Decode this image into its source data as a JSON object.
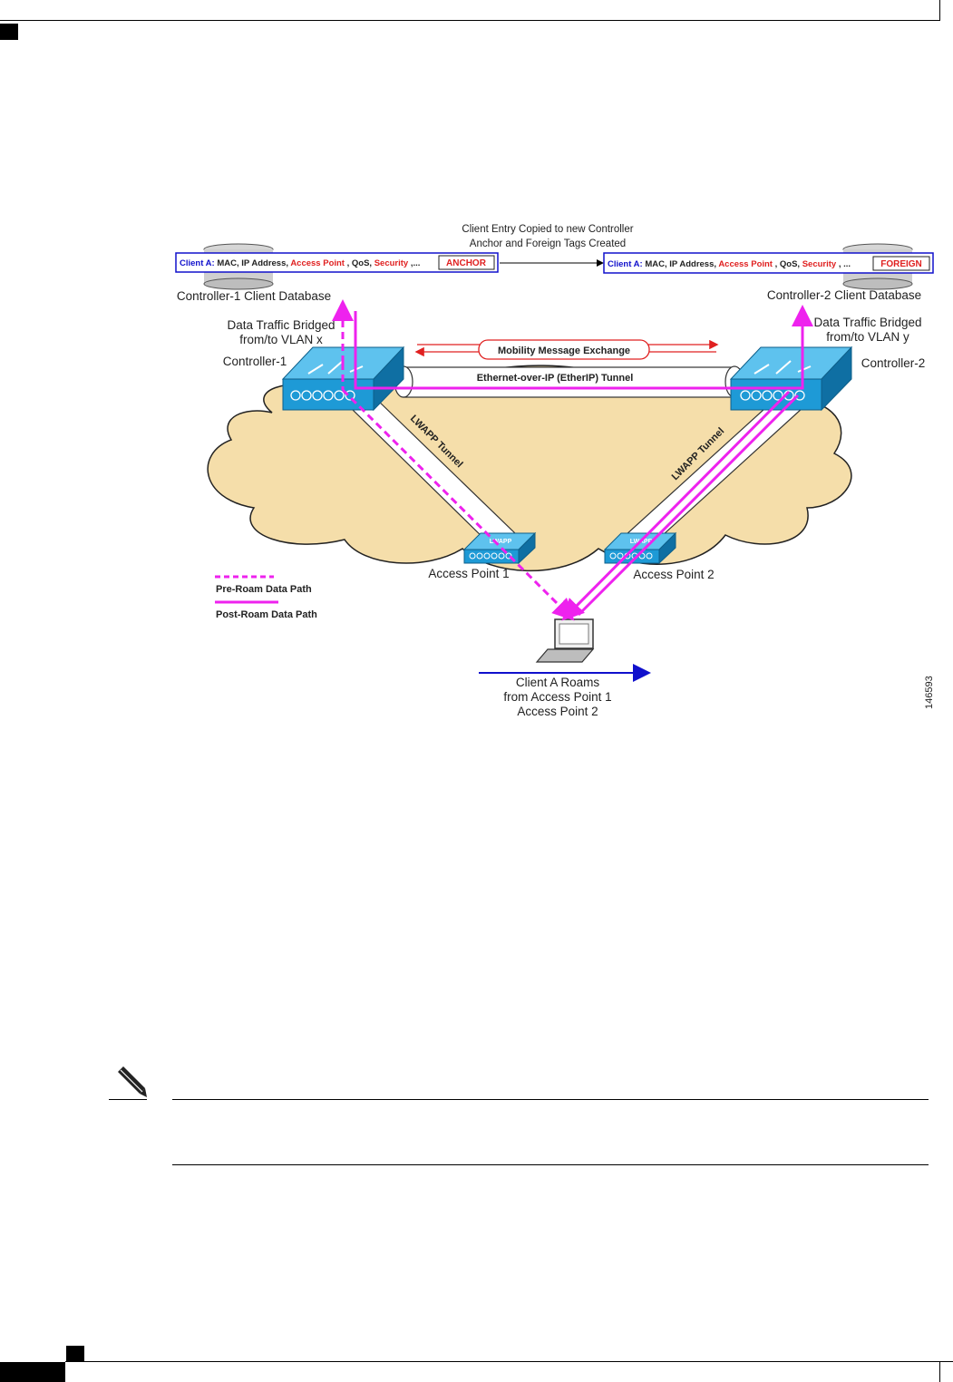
{
  "diagram": {
    "caption_line1": "Client Entry Copied to new Controller",
    "caption_line2": "Anchor and Foreign Tags Created",
    "db_left": {
      "client_label": "Client A:",
      "fields_a": "MAC, IP Address,",
      "field_ap": "Access Point",
      "field_qos": ", QoS,",
      "field_sec": "Security",
      "ellipsis": ",...",
      "tag": "ANCHOR",
      "name": "Controller-1 Client Database"
    },
    "db_right": {
      "client_label": "Client A:",
      "fields_a": "MAC, IP Address,",
      "field_ap": "Access Point",
      "field_qos": ", QoS,",
      "field_sec": "Security",
      "ellipsis": ", ...",
      "tag": "FOREIGN",
      "name": "Controller-2 Client Database"
    },
    "bridge_left_line1": "Data Traffic Bridged",
    "bridge_left_line2": "from/to VLAN x",
    "bridge_right_line1": "Data Traffic Bridged",
    "bridge_right_line2": "from/to VLAN y",
    "controller1": "Controller-1",
    "controller2": "Controller-2",
    "mobility": "Mobility Message Exchange",
    "etherip": "Ethernet-over-IP (EtherIP) Tunnel",
    "lwapp_left": "LWAPP Tunnel",
    "lwapp_right": "LWAPP Tunnel",
    "ap1": "Access Point 1",
    "ap2": "Access Point 2",
    "ap_badge": "LWAPP",
    "legend_pre": "Pre-Roam Data Path",
    "legend_post": "Post-Roam Data Path",
    "roam_line1": "Client A Roams",
    "roam_line2": "from Access Point 1",
    "roam_line3": "Access Point 2",
    "figure_id": "146593"
  },
  "colors": {
    "magenta": "#ee22ee",
    "cloud": "#f5deaa",
    "device_blue": "#1e9ad6",
    "red": "#e02020",
    "blue": "#1010cc"
  }
}
